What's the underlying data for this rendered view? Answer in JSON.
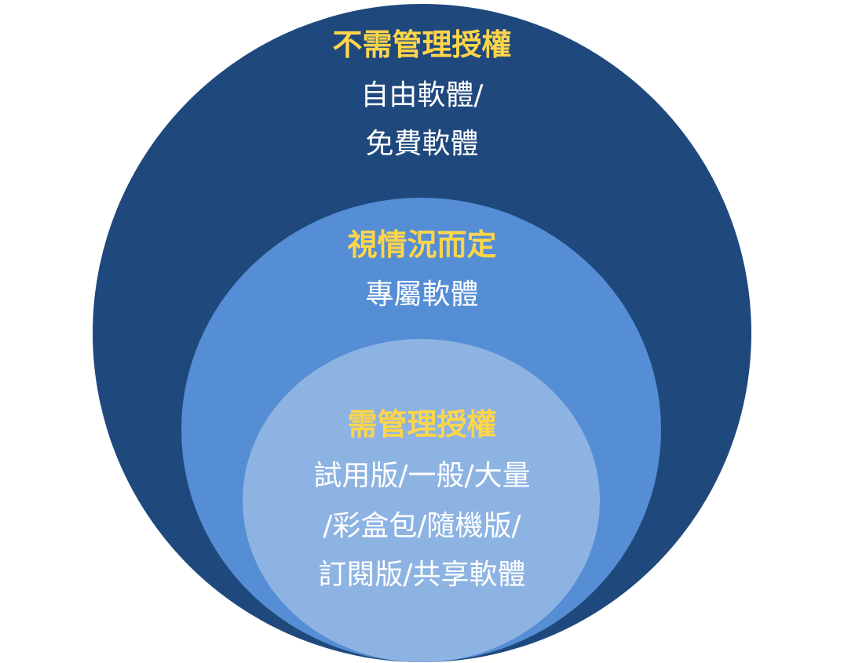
{
  "colors": {
    "outer_fill": "#1f497d",
    "middle_fill": "#558ed5",
    "inner_fill": "#8db3e2",
    "heading_text": "#ffd54a",
    "body_text": "#ffffff"
  },
  "outer": {
    "heading": "不需管理授權",
    "lines": [
      "自由軟體/",
      "免費軟體"
    ]
  },
  "middle": {
    "heading": "視情況而定",
    "lines": [
      "專屬軟體"
    ]
  },
  "inner": {
    "heading": "需管理授權",
    "lines": [
      "試用版/一般/大量",
      "/彩盒包/隨機版/",
      "訂閱版/共享軟體"
    ]
  }
}
